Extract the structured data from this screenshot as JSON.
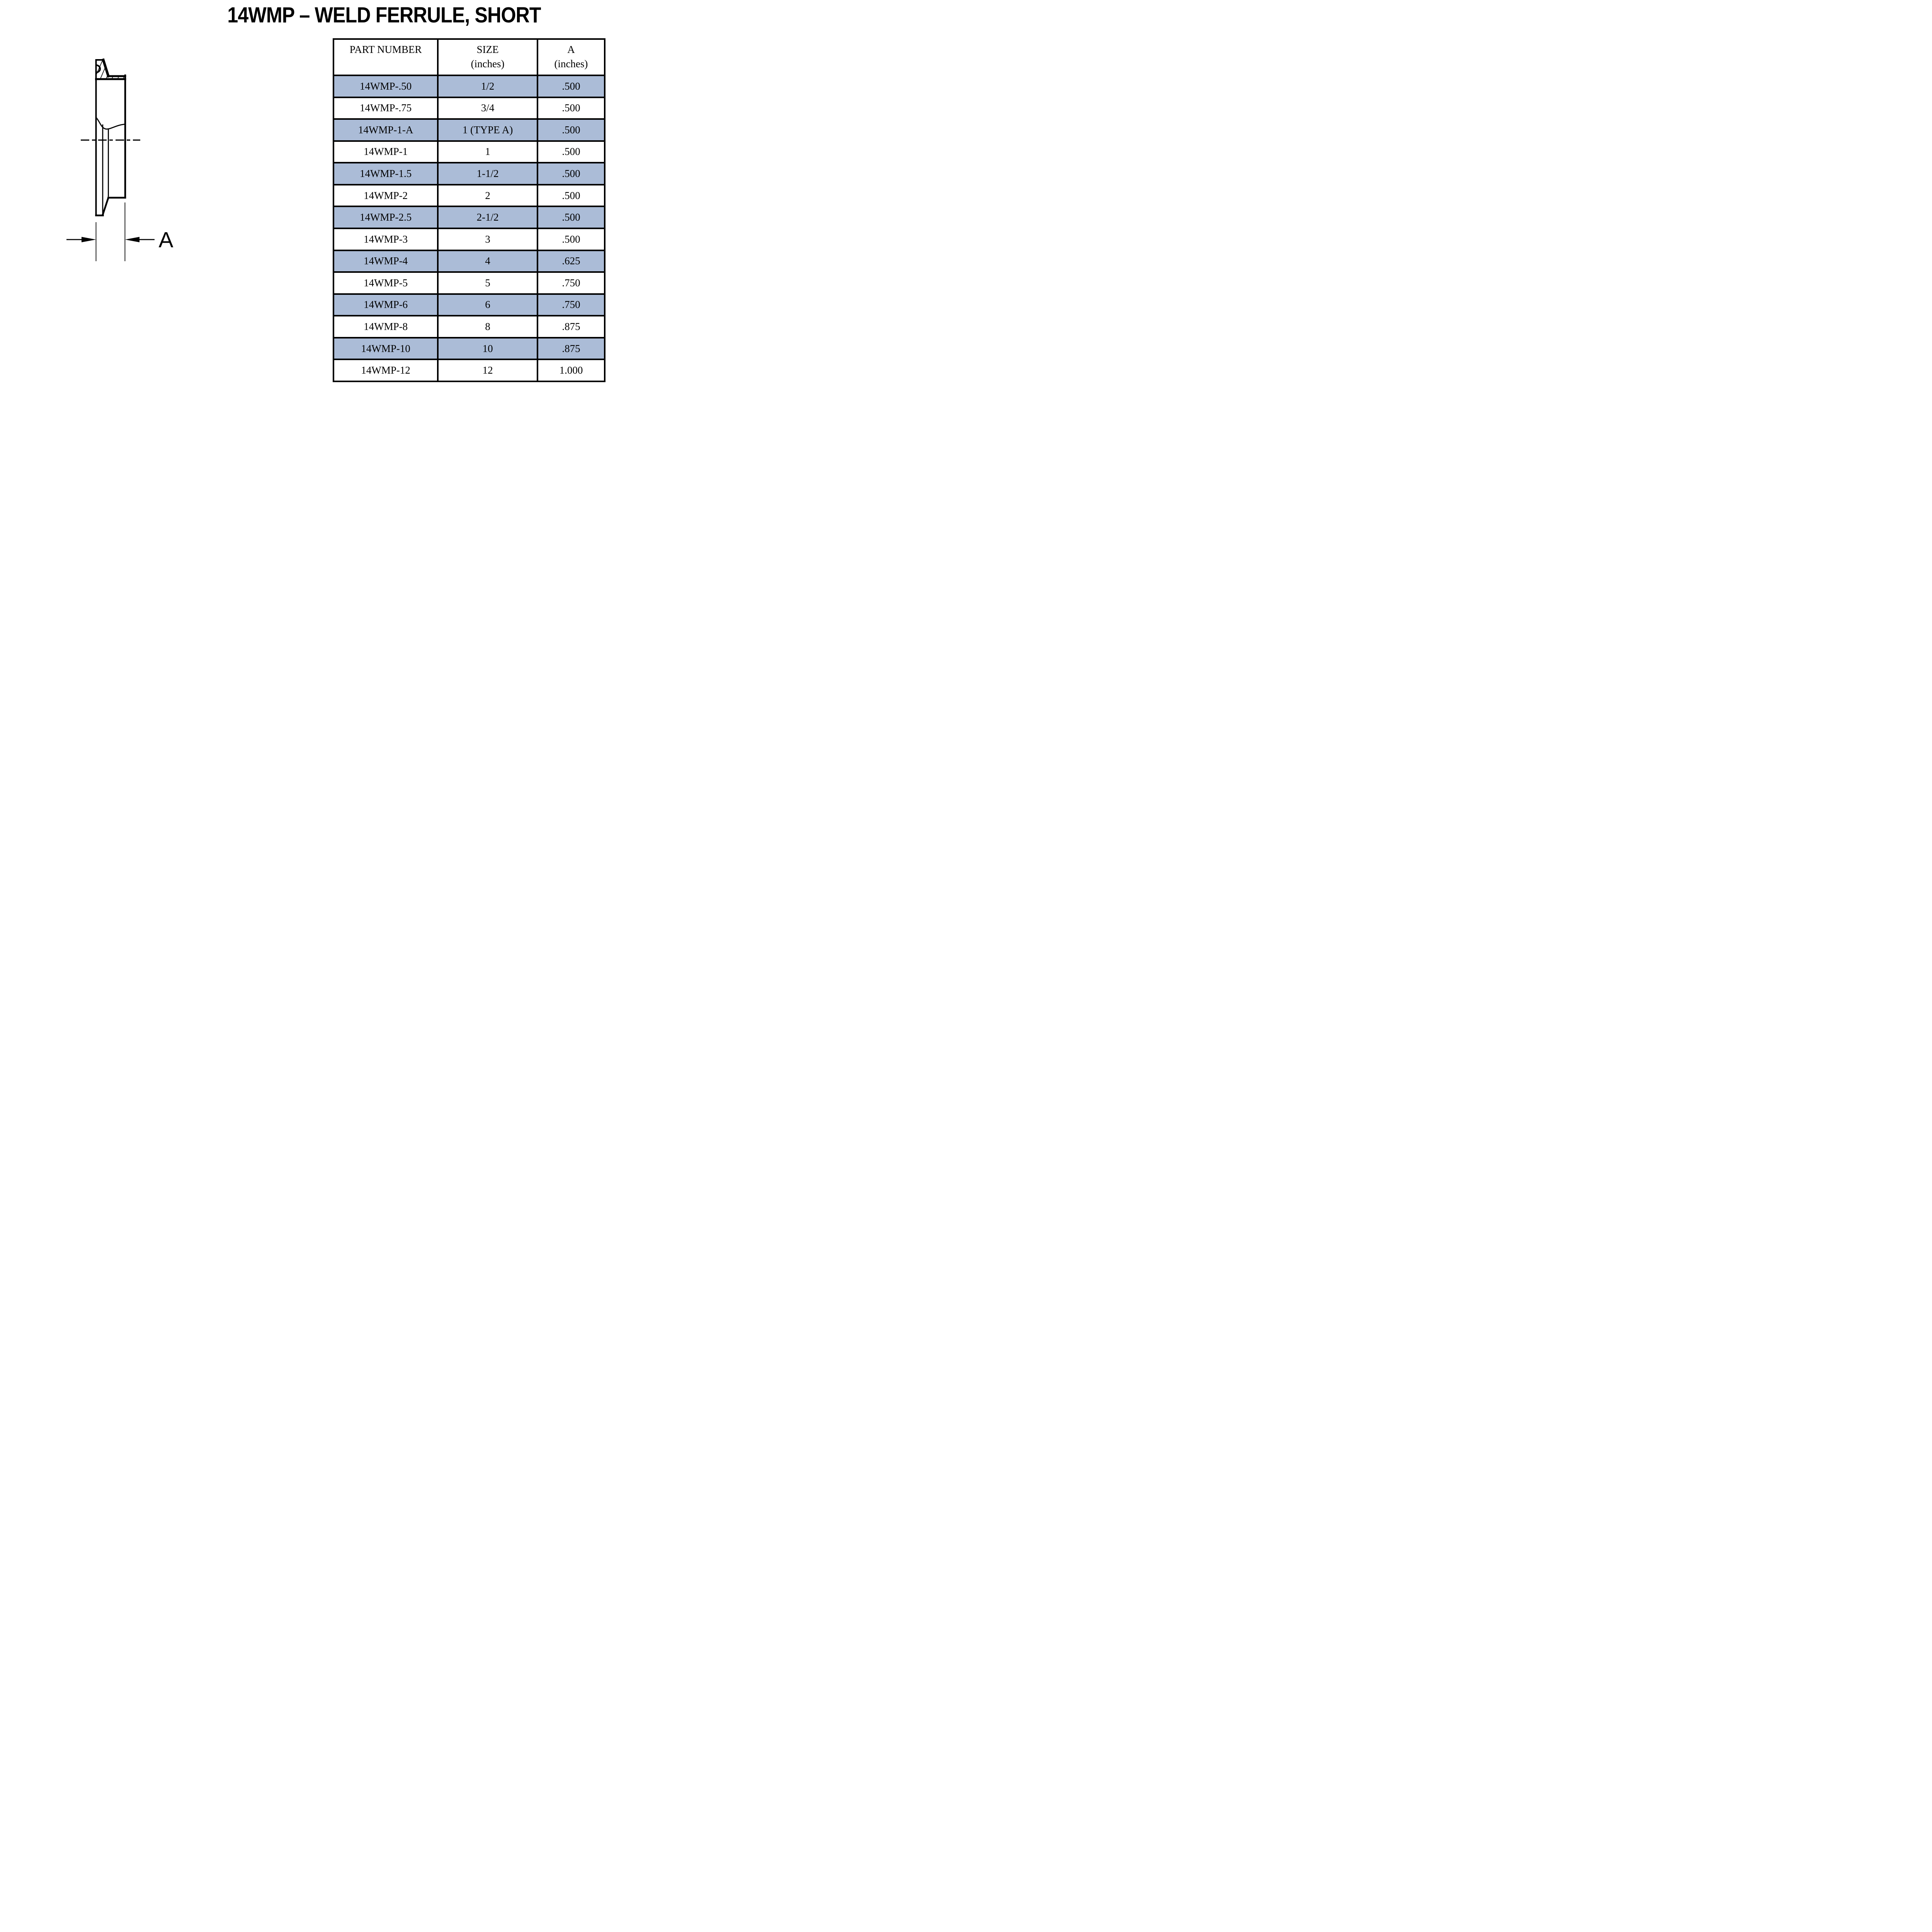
{
  "title": "14WMP – WELD FERRULE, SHORT",
  "diagram": {
    "dimension_label": "A"
  },
  "table": {
    "columns": [
      {
        "label": "PART NUMBER",
        "sub": ""
      },
      {
        "label": "SIZE",
        "sub": "(inches)"
      },
      {
        "label": "A",
        "sub": "(inches)"
      }
    ],
    "rows": [
      {
        "part": "14WMP-.50",
        "size": "1/2",
        "a": ".500"
      },
      {
        "part": "14WMP-.75",
        "size": "3/4",
        "a": ".500"
      },
      {
        "part": "14WMP-1-A",
        "size": "1 (TYPE A)",
        "a": ".500"
      },
      {
        "part": "14WMP-1",
        "size": "1",
        "a": ".500"
      },
      {
        "part": "14WMP-1.5",
        "size": "1-1/2",
        "a": ".500"
      },
      {
        "part": "14WMP-2",
        "size": "2",
        "a": ".500"
      },
      {
        "part": "14WMP-2.5",
        "size": "2-1/2",
        "a": ".500"
      },
      {
        "part": "14WMP-3",
        "size": "3",
        "a": ".500"
      },
      {
        "part": "14WMP-4",
        "size": "4",
        "a": ".625"
      },
      {
        "part": "14WMP-5",
        "size": "5",
        "a": ".750"
      },
      {
        "part": "14WMP-6",
        "size": "6",
        "a": ".750"
      },
      {
        "part": "14WMP-8",
        "size": "8",
        "a": ".875"
      },
      {
        "part": "14WMP-10",
        "size": "10",
        "a": ".875"
      },
      {
        "part": "14WMP-12",
        "size": "12",
        "a": "1.000"
      }
    ]
  },
  "colors": {
    "row_highlight": "#abbcd7",
    "border": "#000000",
    "background": "#ffffff"
  }
}
